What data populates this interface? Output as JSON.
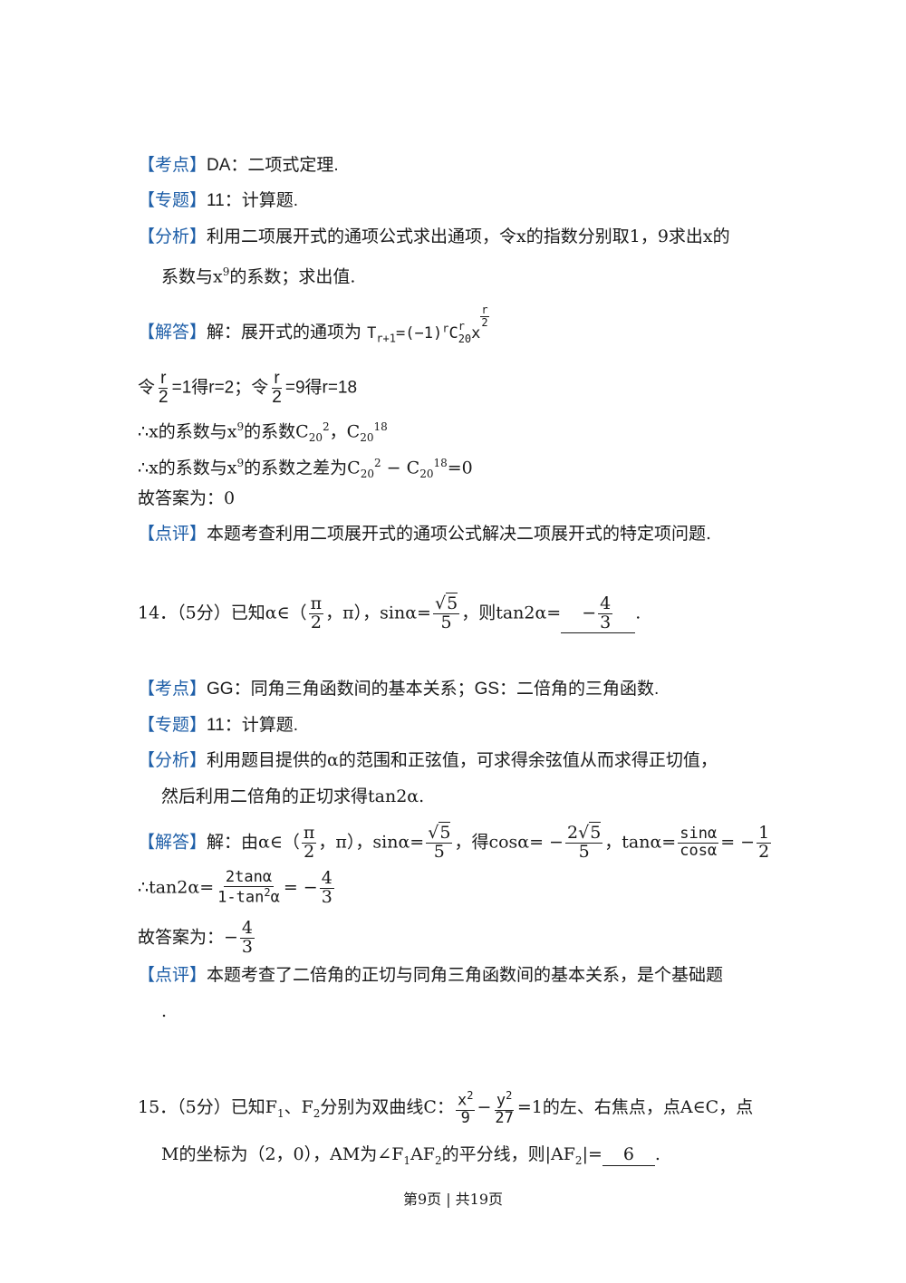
{
  "block1": {
    "kaodian_label": "【考点】",
    "kaodian_text": "DA：二项式定理.",
    "zhuanti_label": "【专题】",
    "zhuanti_text": "11：计算题.",
    "fenxi_label": "【分析】",
    "fenxi_line1": "利用二项展开式的通项公式求出通项，令x的指数分别取1，9求出x的",
    "fenxi_line2a": "系数与x",
    "fenxi_line2_sup": "9",
    "fenxi_line2b": "的系数；求出值.",
    "jieda_label": "【解答】",
    "jieda_text": "解：展开式的通项为",
    "formula_T": "T",
    "formula_T_sub": "r+1",
    "formula_eq": "=(−1)",
    "formula_r": "r",
    "formula_C": "C",
    "formula_C_sup": "r",
    "formula_C_sub": "20",
    "formula_x": "x",
    "formula_exp_num": "r",
    "formula_exp_den": "2",
    "ling_1": "令",
    "ling_frac_num": "r",
    "ling_frac_den": "2",
    "ling_eq1": "=1得r=2；",
    "ling_2": "令",
    "ling_eq2": "=9得r=18",
    "line_coef1_a": "∴x的系数与x",
    "line_coef1_sup": "9",
    "line_coef1_b": "的系数C",
    "line_coef1_c_sub": "20",
    "line_coef1_c_sup": "2",
    "line_coef1_d": "，C",
    "line_coef1_d_sub": "20",
    "line_coef1_d_sup": "18",
    "line_coef2_a": "∴x的系数与x",
    "line_coef2_sup": "9",
    "line_coef2_b": "的系数之差为C",
    "line_coef2_sub1": "20",
    "line_coef2_sup1": "2",
    "line_coef2_c": " − C",
    "line_coef2_sub2": "20",
    "line_coef2_sup2": "18",
    "line_coef2_d": "=0",
    "answer": "故答案为：0",
    "dianping_label": "【点评】",
    "dianping_text": "本题考查利用二项展开式的通项公式解决二项展开式的特定项问题."
  },
  "q14": {
    "stem_a": "14．（5分）已知α∈（",
    "pi_num": "π",
    "pi_den": "2",
    "stem_b": "，π），sinα=",
    "sin_num": "5",
    "sin_den": "5",
    "stem_c": "，则tan2α=",
    "ans_sign": "−",
    "ans_num": "4",
    "ans_den": "3",
    "stem_end": ".",
    "kaodian_label": "【考点】",
    "kaodian_text": "GG：同角三角函数间的基本关系；GS：二倍角的三角函数.",
    "zhuanti_label": "【专题】",
    "zhuanti_text": "11：计算题.",
    "fenxi_label": "【分析】",
    "fenxi_line1": "利用题目提供的α的范围和正弦值，可求得余弦值从而求得正切值，",
    "fenxi_line2": "然后利用二倍角的正切求得tan2α.",
    "jieda_label": "【解答】",
    "jieda_a": "解：由α∈（",
    "jieda_b": "，π），sinα=",
    "jieda_c": "，得cosα= −",
    "cos_num_coef": "2",
    "cos_num_rad": "5",
    "cos_den": "5",
    "jieda_d": "，tanα=",
    "tan_num": "sinα",
    "tan_den": "cosα",
    "jieda_e": "= −",
    "tan_val_num": "1",
    "tan_val_den": "2",
    "line2_a": "∴tan2α=",
    "line2_num": "2tanα",
    "line2_den_a": "1-tan",
    "line2_den_sup": "2",
    "line2_den_b": "α",
    "line2_eq": "= −",
    "line2_val_num": "4",
    "line2_val_den": "3",
    "answer_a": "故答案为：−",
    "answer_num": "4",
    "answer_den": "3",
    "dianping_label": "【点评】",
    "dianping_text": "本题考查了二倍角的正切与同角三角函数间的基本关系，是个基础题",
    "dianping_cont": "."
  },
  "q15": {
    "stem_a": "15．（5分）已知F",
    "f1_sub": "1",
    "stem_b": "、F",
    "f2_sub": "2",
    "stem_c": "分别为双曲线C：",
    "x_num": "x",
    "x_sup": "2",
    "x_den": "9",
    "minus": "−",
    "y_num": "y",
    "y_sup": "2",
    "y_den": "27",
    "stem_d": "=1的左、右焦点，点A∈C，点",
    "line2_a": "M的坐标为（2，0），AM为∠F",
    "line2_sub1": "1",
    "line2_b": "AF",
    "line2_sub2": "2",
    "line2_c": "的平分线，则|AF",
    "line2_sub3": "2",
    "line2_d": "|=",
    "answer": "6",
    "line2_end": "."
  },
  "footer": {
    "text": "第9页 | 共19页"
  }
}
